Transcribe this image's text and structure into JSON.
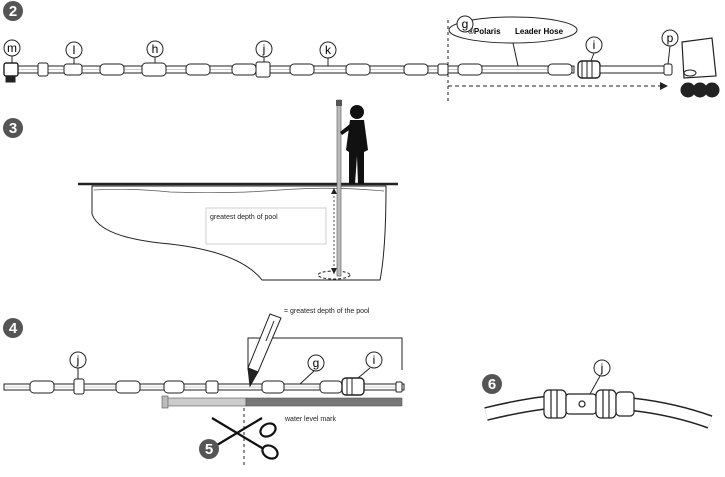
{
  "steps": {
    "step2": "2",
    "step3": "3",
    "step4": "4",
    "step5": "5",
    "step6": "6"
  },
  "part_labels": {
    "m": "m",
    "l": "l",
    "h": "h",
    "j": "j",
    "k": "k",
    "g": "g",
    "i": "i",
    "p": "p"
  },
  "leader_hose_tag": {
    "brand": "®Polaris",
    "text": "Leader Hose"
  },
  "pool": {
    "depth_label": "greatest depth of pool"
  },
  "measure": {
    "pen_legend": "= greatest depth of the pool",
    "water_level": "water level mark"
  },
  "colors": {
    "badge": "#555555",
    "line": "#222222",
    "measure_bar": "#777777"
  }
}
